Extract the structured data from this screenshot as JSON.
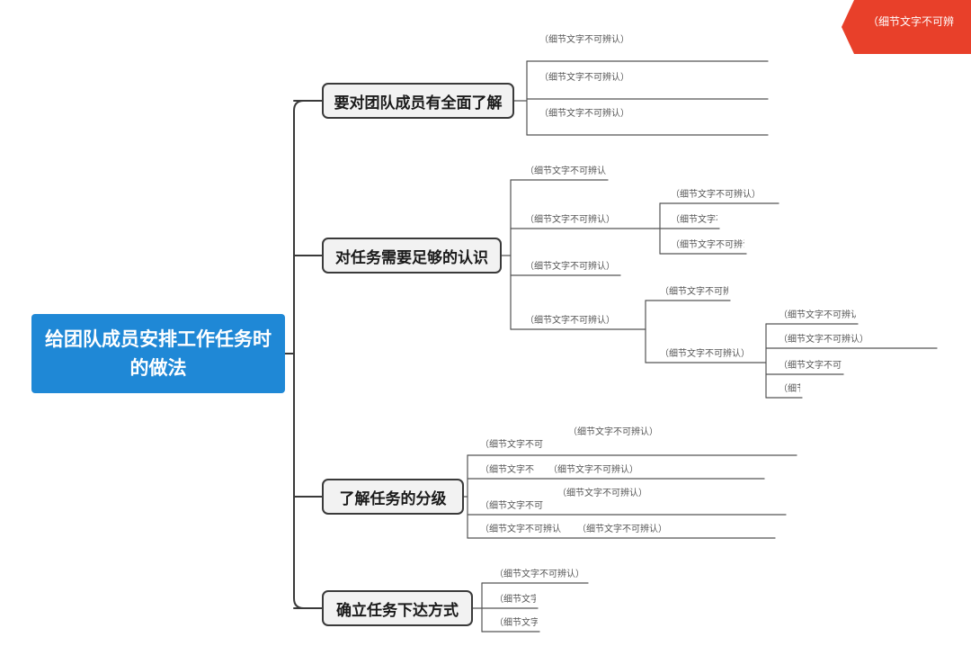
{
  "mindmap": {
    "root": "给团队成员安排工作任务时的做法",
    "branches": [
      {
        "title": "要对团队成员有全面了解",
        "leaves": [
          "（细节文字不可辨认）",
          "（细节文字不可辨认）",
          "（细节文字不可辨认）"
        ]
      },
      {
        "title": "对任务需要足够的认识",
        "leaves": [
          "（细节文字不可辨认）",
          "（细节文字不可辨认）",
          "（细节文字不可辨认）",
          "（细节文字不可辨认）"
        ],
        "sub_a": [
          "（细节文字不可辨认）",
          "（细节文字不可辨认）",
          "（细节文字不可辨认）"
        ],
        "sub_b": [
          "（细节文字不可辨认）",
          "（细节文字不可辨认）"
        ],
        "sub_c": [
          "（细节文字不可辨认）",
          "（细节文字不可辨认）",
          "（细节文字不可辨认）",
          "（细节文字不可辨认）"
        ]
      },
      {
        "title": "了解任务的分级",
        "leaves": [
          "（细节文字不可辨认）",
          "（细节文字不可辨认）",
          "（细节文字不可辨认）",
          "（细节文字不可辨认）"
        ],
        "details": [
          "（细节文字不可辨认）",
          "（细节文字不可辨认）",
          "（细节文字不可辨认）",
          "（细节文字不可辨认）"
        ]
      },
      {
        "title": "确立任务下达方式",
        "leaves": [
          "（细节文字不可辨认）",
          "（细节文字不可辨认）",
          "（细节文字不可辨认）"
        ]
      }
    ]
  },
  "badge": {
    "text": "（细节文字不可辨认）"
  },
  "colors": {
    "root_fill": "#1f88d6",
    "branch_fill": "#f2f2f2",
    "line": "#3a3a3a",
    "badge": "#e8402a"
  }
}
